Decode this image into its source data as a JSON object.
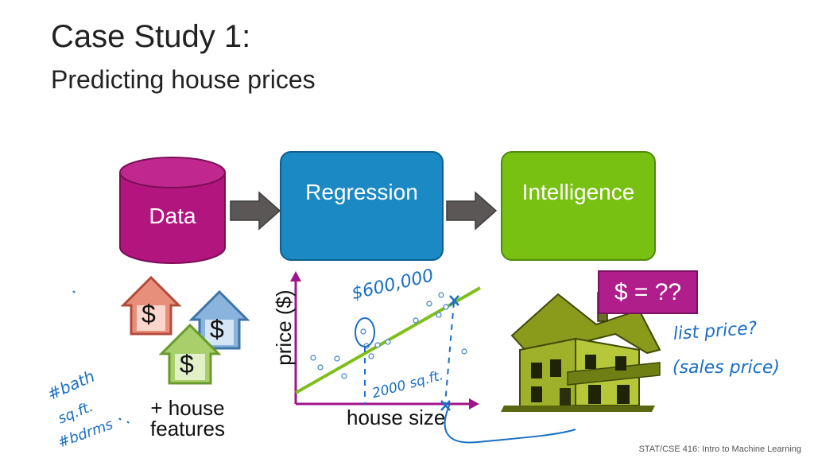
{
  "slide": {
    "title": "Case Study 1:",
    "subtitle": "Predicting house prices",
    "footer": "STAT/CSE 416: Intro to Machine Learning"
  },
  "pipeline": {
    "data_label": "Data",
    "regression_label": "Regression",
    "intelligence_label": "Intelligence"
  },
  "houses": {
    "symbol": "$",
    "caption": "+ house features"
  },
  "plot": {
    "ylabel": "price ($)",
    "xlabel": "house size"
  },
  "output": {
    "price_query": "$ = ??"
  },
  "annotations": {
    "price_value": "$600,000",
    "size_value": "2000 sq.ft.",
    "list_price": "list price?",
    "sales_price": "(sales price)",
    "features_1": "#bath",
    "features_2": "sq.ft.",
    "features_3": "#bdrms"
  },
  "colors": {
    "data_cylinder": "#b3157f",
    "regression": "#1b89c4",
    "intelligence": "#78c012",
    "price_box": "#b01e8c",
    "ink": "#1a6fc4",
    "axis": "#a0158a",
    "fit_line": "#7fbf1a"
  }
}
